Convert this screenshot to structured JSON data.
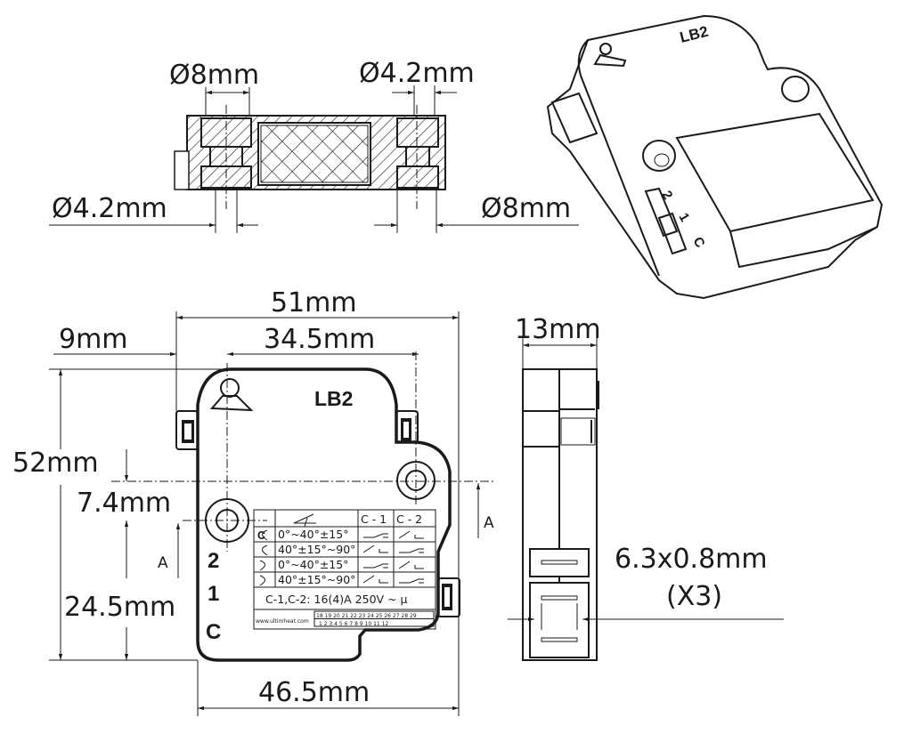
{
  "cross_section": {
    "top_left_dim": "Ø8mm",
    "top_right_dim": "Ø4.2mm",
    "bottom_left_dim": "Ø4.2mm",
    "bottom_right_dim": "Ø8mm"
  },
  "isometric": {
    "model_label": "LB2",
    "terminals": [
      "2",
      "1",
      "C"
    ]
  },
  "front_view": {
    "model_label": "LB2",
    "width_total": "51mm",
    "offset_left": "9mm",
    "hole_spacing": "34.5mm",
    "height_total": "52mm",
    "hole_offset": "7.4mm",
    "lower_height": "24.5mm",
    "base_width": "46.5mm",
    "section_marker": "A",
    "terminals": [
      "2",
      "1",
      "C"
    ]
  },
  "spec_table": {
    "headers": [
      "",
      "angle-icon",
      "C - 1",
      "C - 2"
    ],
    "rows": [
      {
        "dir": "ccw",
        "range": "0°~40°±15°",
        "c1": "closed",
        "c2": "open"
      },
      {
        "dir": "ccw",
        "range": "40°±15°~90°",
        "c1": "open",
        "c2": "closed"
      },
      {
        "dir": "cw",
        "range": "0°~40°±15°",
        "c1": "closed",
        "c2": "open"
      },
      {
        "dir": "cw",
        "range": "40°±15°~90°",
        "c1": "open",
        "c2": "closed"
      }
    ],
    "rating": "C-1,C-2: 16(4)A 250V ~ μ",
    "website": "www.ultimheat.com",
    "date_code_top": [
      "18",
      "19",
      "20",
      "21",
      "22",
      "23",
      "24",
      "25",
      "26",
      "27",
      "28",
      "29"
    ],
    "date_code_bottom": [
      "1",
      "2",
      "3",
      "4",
      "5",
      "6",
      "7",
      "8",
      "9",
      "10",
      "11",
      "12"
    ]
  },
  "side_view": {
    "thickness": "13mm",
    "terminal_size": "6.3x0.8mm",
    "terminal_count": "(X3)"
  }
}
